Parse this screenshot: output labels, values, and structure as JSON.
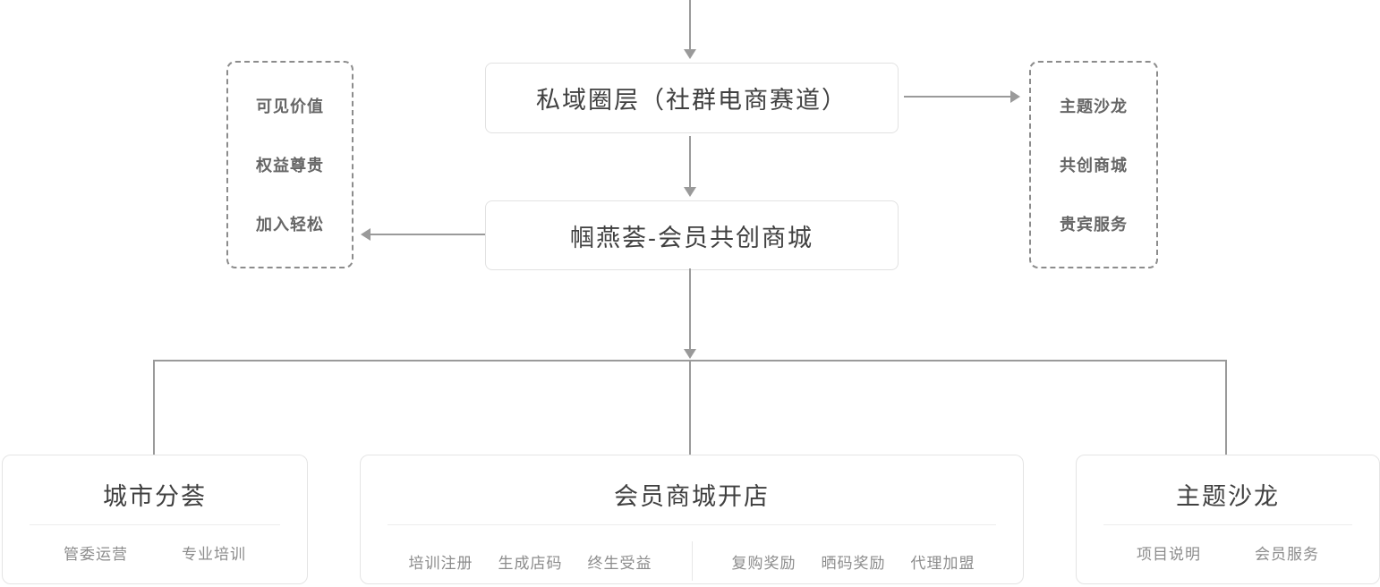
{
  "diagram": {
    "top_node": {
      "label": "私域圈层（社群电商赛道）"
    },
    "mid_node": {
      "label": "帼燕荟-会员共创商城"
    },
    "left_panel": {
      "items": [
        "可见价值",
        "权益尊贵",
        "加入轻松"
      ]
    },
    "right_panel": {
      "items": [
        "主题沙龙",
        "共创商城",
        "贵宾服务"
      ]
    },
    "bottom_nodes": [
      {
        "title": "城市分荟",
        "groups": [
          [
            "管委运营",
            "专业培训"
          ]
        ]
      },
      {
        "title": "会员商城开店",
        "groups": [
          [
            "培训注册",
            "生成店码",
            "终生受益"
          ],
          [
            "复购奖励",
            "晒码奖励",
            "代理加盟"
          ]
        ]
      },
      {
        "title": "主题沙龙",
        "groups": [
          [
            "项目说明",
            "会员服务"
          ]
        ]
      }
    ],
    "colors": {
      "line": "#9a9a9a",
      "node_border": "#e2e2e2",
      "dashed_border": "#8c8c8c",
      "title_text": "#404040",
      "panel_text": "#666666",
      "item_text": "#8c8c8c",
      "divider": "#ececec"
    }
  }
}
